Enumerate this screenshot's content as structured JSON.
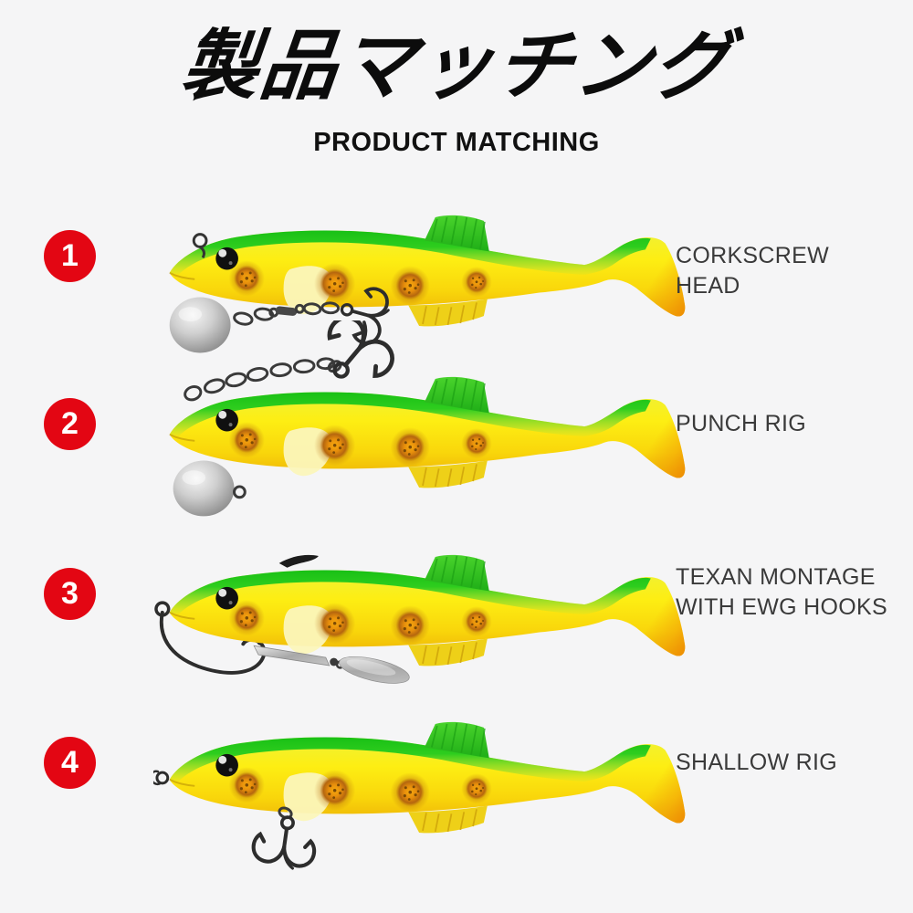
{
  "header": {
    "title_japanese": "製品マッチング",
    "subtitle": "PRODUCT MATCHING"
  },
  "items": [
    {
      "number": "1",
      "label": "CORKSCREW HEAD",
      "lure": "soft-swimbait-corkscrew-jighead-with-belly-treble"
    },
    {
      "number": "2",
      "label": "PUNCH RIG",
      "lure": "soft-swimbait-punch-rig-back-chain-with-top-treble"
    },
    {
      "number": "3",
      "label": "TEXAN MONTAGE WITH EWG HOOKS",
      "lure": "soft-swimbait-texas-rig-ewg-hook-with-willow-spinner-blade"
    },
    {
      "number": "4",
      "label": "SHALLOW RIG",
      "lure": "soft-swimbait-shallow-rig-nose-clip-with-belly-treble"
    }
  ],
  "colors": {
    "background": "#f5f5f6",
    "badge_red": "#e30613",
    "title_black": "#0c0c0c",
    "text_dark": "#3a3a3a",
    "lure_body_yellow": "#fdee13",
    "lure_back_green": "#2ecd1e",
    "lure_spot_orange": "#b5660e",
    "lure_tail_orange": "#ee8d03",
    "hardware_dark_gray": "#2d2d2d",
    "weight_silver": "#a8a8a8"
  }
}
